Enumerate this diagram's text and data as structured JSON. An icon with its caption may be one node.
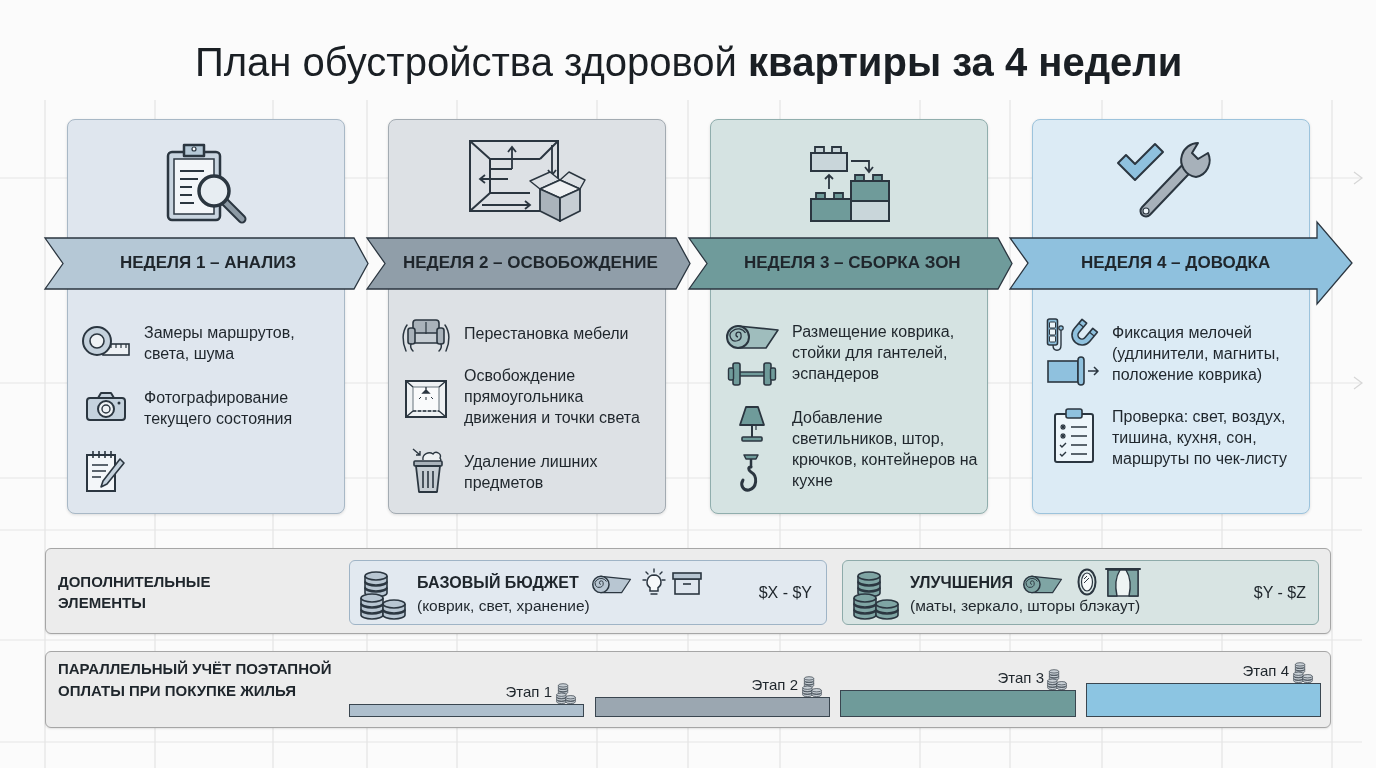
{
  "diagram": {
    "title": "План обустройства здоровой **квартиры за 4 недели**",
    "nodes": [
      {
        "text": [
          "НЕДЕЛЯ 1 – АНАЛИЗ"
        ]
      },
      {
        "text": [
          "Замеры маршрутов, света, шума",
          "Фотографирование текущего состояния"
        ]
      },
      {
        "text": [
          "НЕДЕЛЯ 2 – ОСВОБОЖДЕНИЕ"
        ]
      },
      {
        "text": [
          "Перестановка мебели",
          "Освобождение прямоугольника движения и точки света",
          "Удаление лишних предметов"
        ]
      },
      {
        "text": [
          "НЕДЕЛЯ 3 – СБОРКА ЗОН"
        ]
      },
      {
        "text": [
          "Размещение коврика, стойки для гантелей, эспандеров",
          "Добавление светильников, штор, крючков, контейнеров на кухне"
        ]
      },
      {
        "text": [
          "НЕДЕЛЯ 4 – ДОВОДКА"
        ]
      },
      {
        "text": [
          "Фиксация мелочей (удлинители, магниты, положение коврика)",
          "Проверка: свет, воздух, тишина, кухня, сон, маршруты по чек-листу"
        ]
      },
      {
        "text": [
          "ДОПОЛНИТЕЛЬНЫЕ ЭЛЕМЕНТЫ"
        ]
      },
      {
        "text": [
          "БАЗОВЫЙ БЮДЖЕТ",
          "(коврик, свет, хранение)",
          "$X - $Y"
        ],
        "in": 8
      },
      {
        "text": [
          "УЛУЧШЕНИЯ",
          "(маты, зеркало, шторы блэкаут)",
          "$Y - $Z"
        ],
        "in": 8
      },
      {
        "text": [
          "ПАРАЛЛЕЛЬНЫЙ УЧЁТ ПОЭТАПНОЙ ОПЛАТЫ ПРИ ПОКУПКЕ ЖИЛЬЯ"
        ]
      },
      {
        "text": [
          "Этап 1"
        ],
        "in": 11
      },
      {
        "text": [
          "Этап 2"
        ],
        "in": 11
      },
      {
        "text": [
          "Этап 3"
        ],
        "in": 11
      },
      {
        "text": [
          "Этап 4"
        ],
        "in": 11
      }
    ]
  }
}
